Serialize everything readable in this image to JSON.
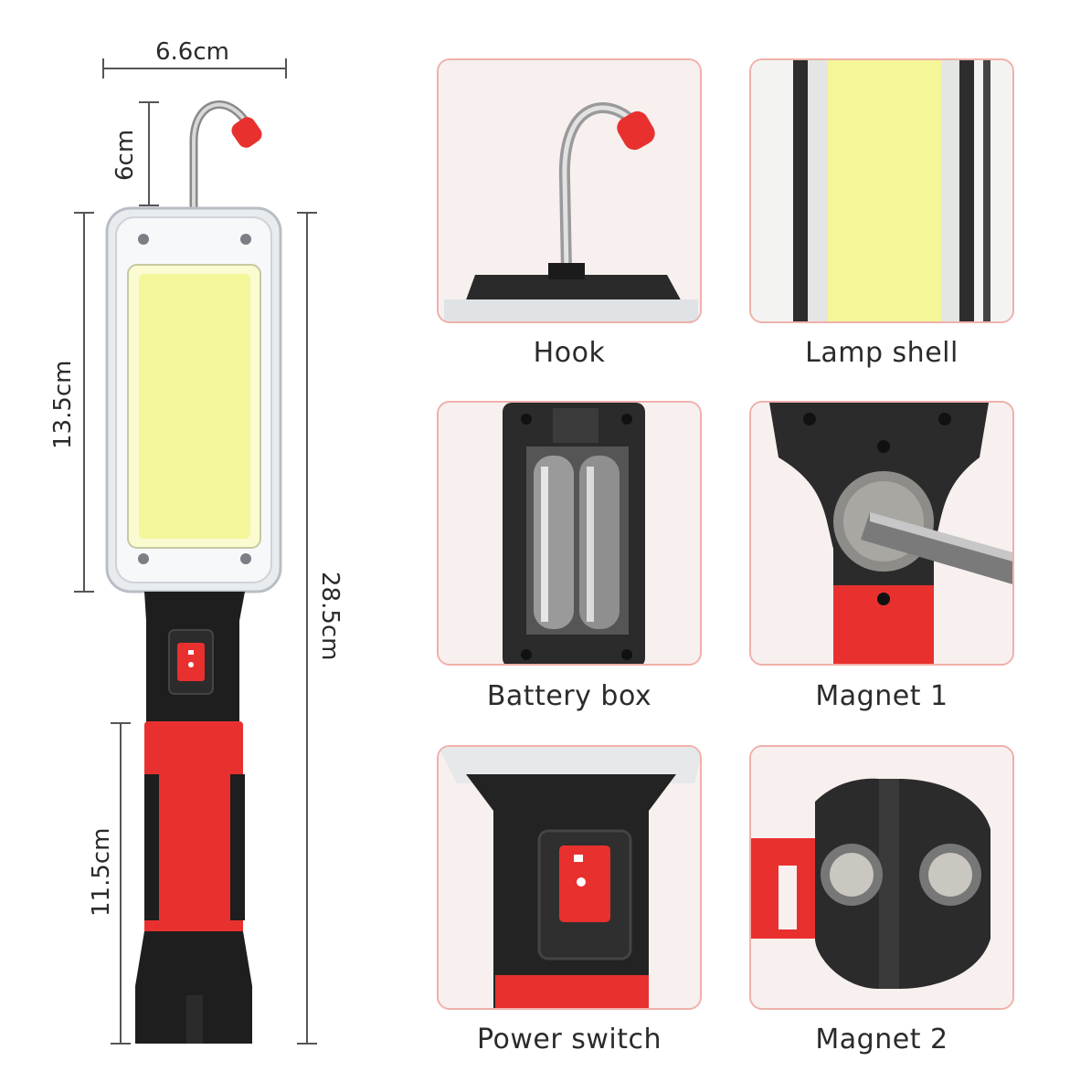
{
  "dimensions": {
    "width_label": "6.6cm",
    "hook_label": "6cm",
    "head_label": "13.5cm",
    "total_label": "28.5cm",
    "handle_label": "11.5cm"
  },
  "features": [
    {
      "label": "Hook",
      "icon": "hook-icon"
    },
    {
      "label": "Lamp shell",
      "icon": "lamp-shell-icon"
    },
    {
      "label": "Battery box",
      "icon": "battery-box-icon"
    },
    {
      "label": "Magnet 1",
      "icon": "magnet-icon"
    },
    {
      "label": "Power switch",
      "icon": "power-switch-icon"
    },
    {
      "label": "Magnet 2",
      "icon": "magnet-icon"
    }
  ],
  "colors": {
    "accent_red": "#e8312f",
    "body_black": "#1d1d1d",
    "cob_yellow": "#f6f7a6",
    "card_border": "#f0b0aa"
  }
}
